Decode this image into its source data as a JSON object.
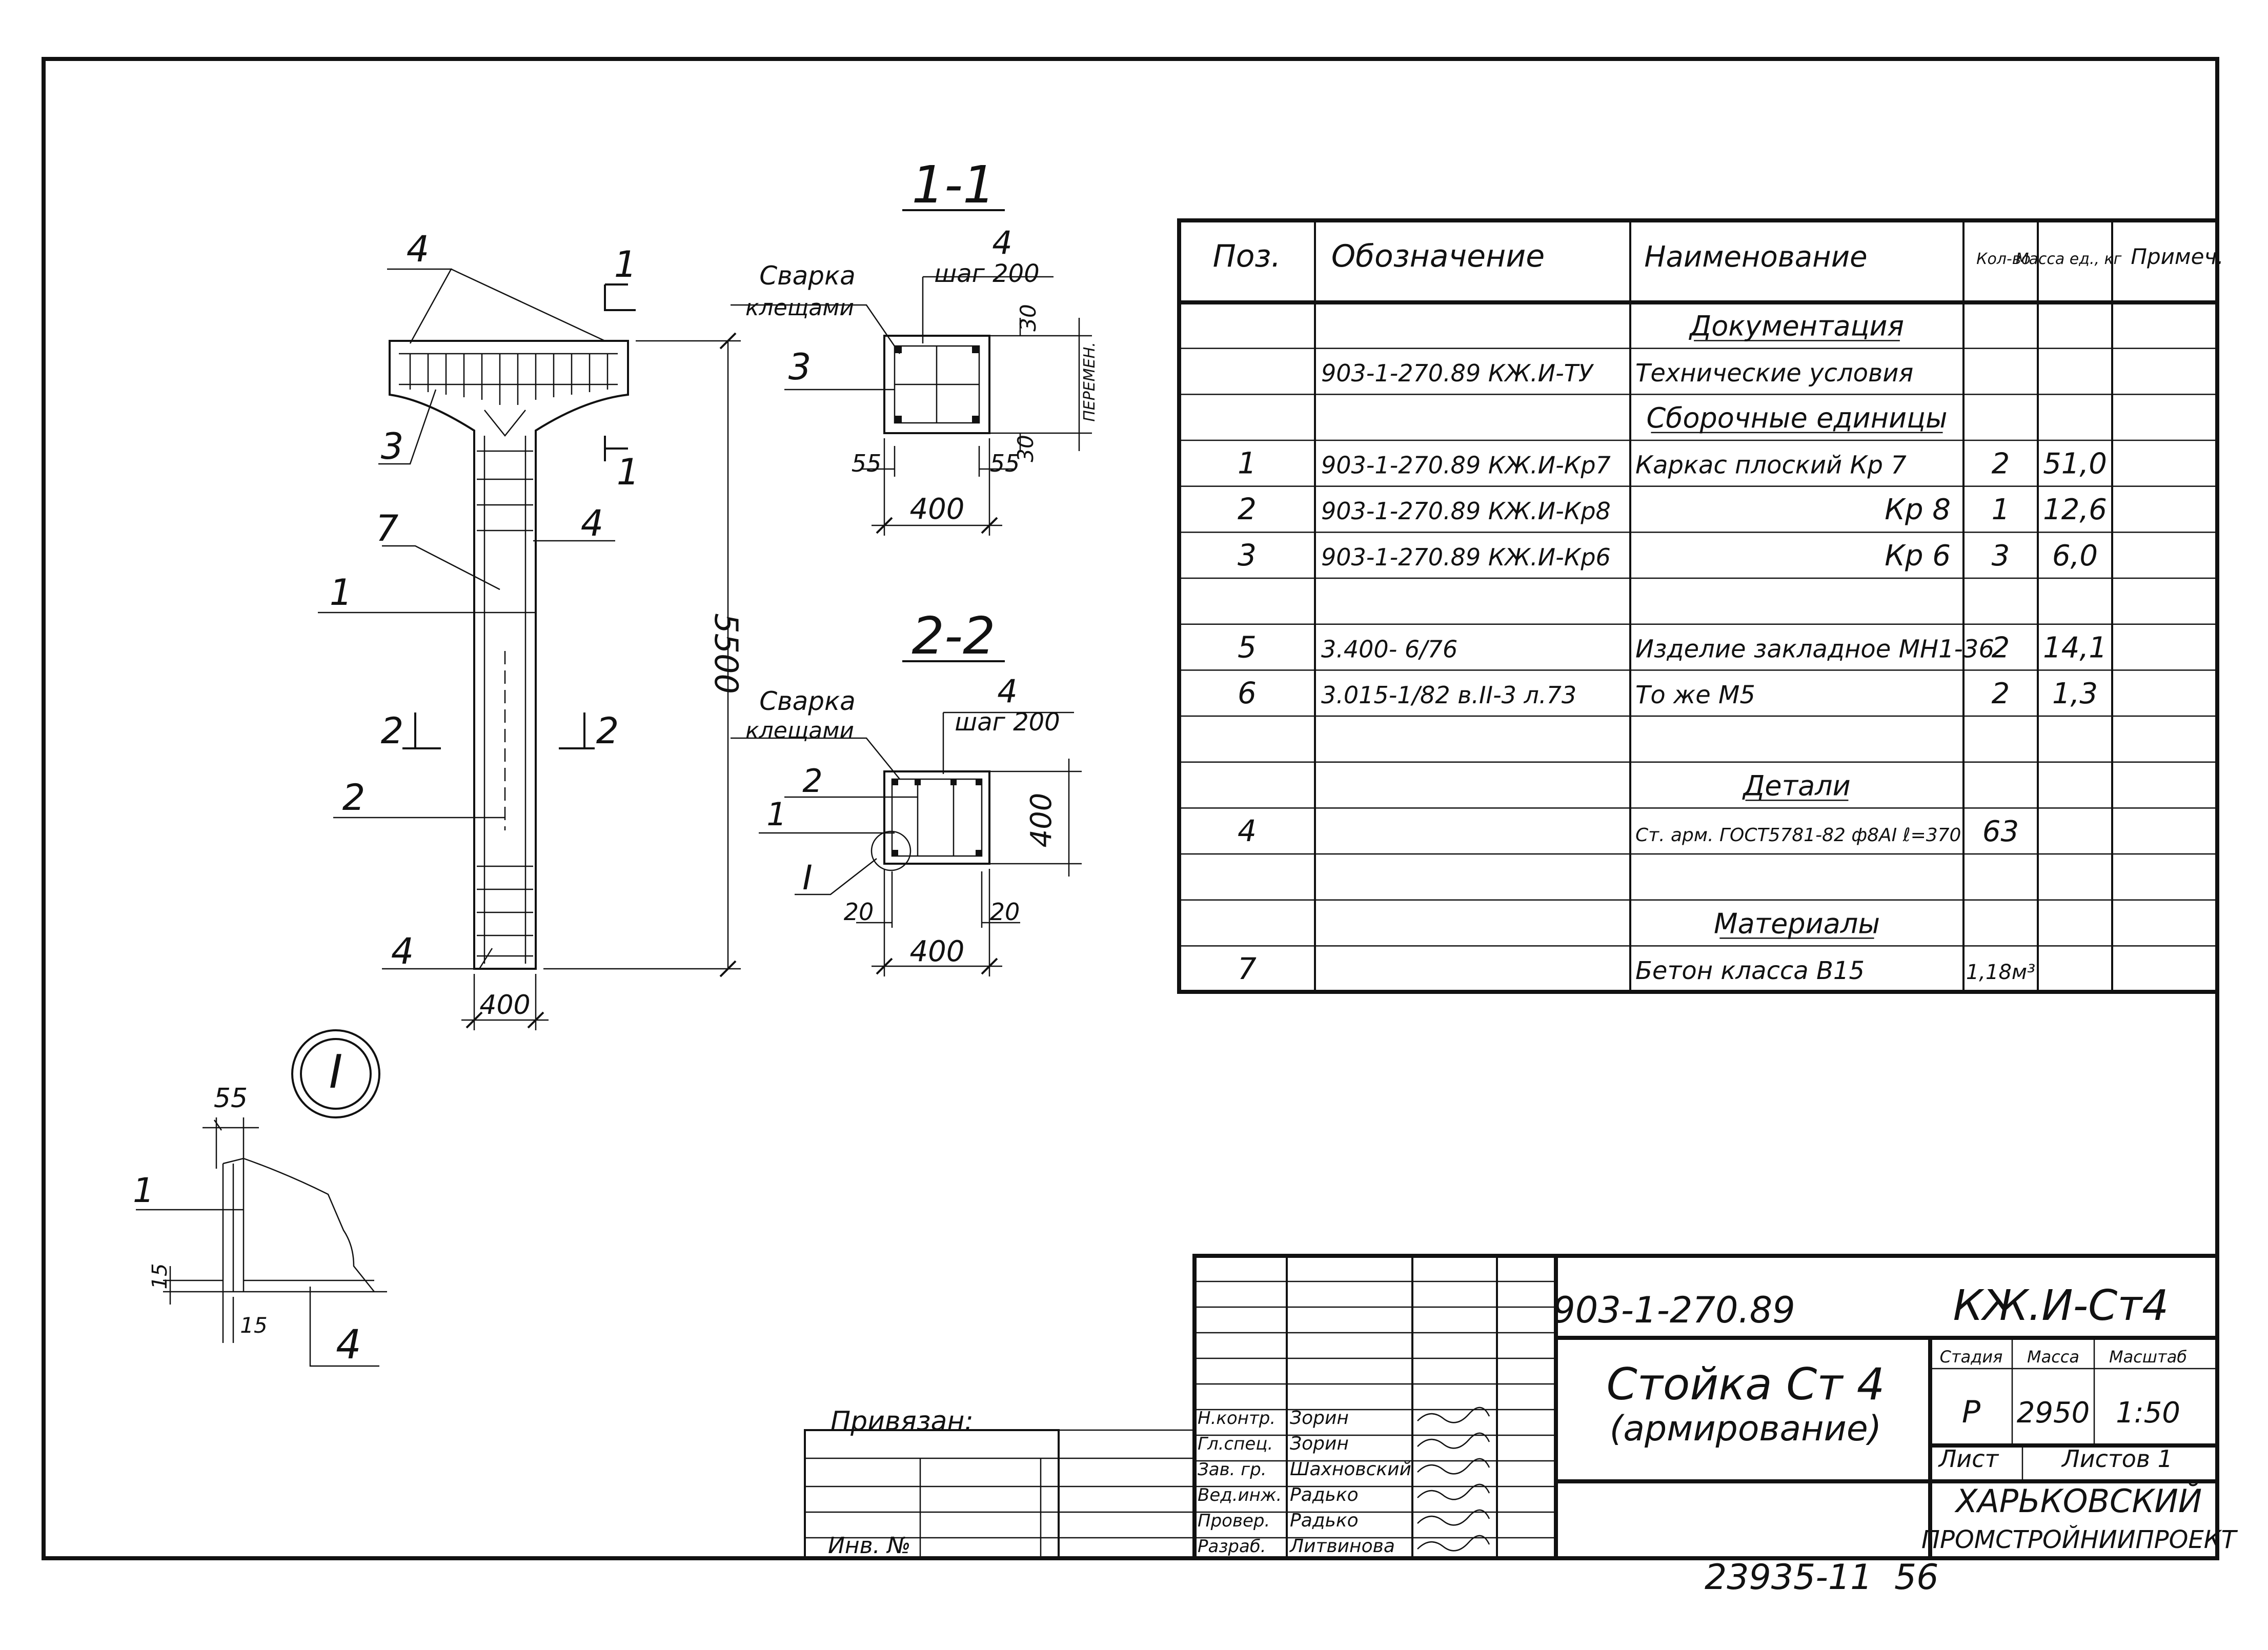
{
  "colors": {
    "ink": "#111111",
    "paper": "#ffffff"
  },
  "main_view": {
    "labels": {
      "p4_top": "4",
      "p3": "3",
      "p7": "7",
      "p1": "1",
      "p4_mid": "4",
      "p2": "2",
      "p4_bottom": "4"
    },
    "dim_height": "5500",
    "dim_width": "400",
    "section_marks": {
      "s1_left": "1",
      "s1_right": "1",
      "s2_left": "2",
      "s2_right": "2"
    }
  },
  "section_1_1": {
    "title": "1-1",
    "note_line1": "Сварка",
    "note_line2": "клещами",
    "pos_top": "4",
    "step": "шаг 200",
    "pos_left": "3",
    "dim_top": "30",
    "dim_side": "30",
    "dim_variable": "ПЕРЕМЕН.",
    "dim_left": "55",
    "dim_right": "55",
    "dim_width": "400"
  },
  "section_2_2": {
    "title": "2-2",
    "note_line1": "Сварка",
    "note_line2": "клещами",
    "pos_top": "4",
    "step": "шаг 200",
    "pos_2": "2",
    "pos_1": "1",
    "node_ref": "I",
    "dim_height": "400",
    "dim_left": "20",
    "dim_right": "20",
    "dim_width": "400"
  },
  "detail_I": {
    "badge": "I",
    "dim_top": "55",
    "dim_left": "15",
    "dim_bottom": "15",
    "pos_1": "1",
    "pos_4": "4"
  },
  "spec_table": {
    "headers": [
      "Поз.",
      "Обозначение",
      "Наименование",
      "Кол-во",
      "Масса ед., кг",
      "Примеч."
    ],
    "rows": [
      {
        "pos": "",
        "code": "",
        "name": "Документация",
        "qty": "",
        "mass": "",
        "note": "",
        "section": true
      },
      {
        "pos": "",
        "code": "903-1-270.89  КЖ.И-ТУ",
        "name": "Технические условия",
        "qty": "",
        "mass": "",
        "note": ""
      },
      {
        "pos": "",
        "code": "",
        "name": "Сборочные единицы",
        "qty": "",
        "mass": "",
        "note": "",
        "section": true
      },
      {
        "pos": "1",
        "code": "903-1-270.89  КЖ.И-Кр7",
        "name": "Каркас плоский  Кр 7",
        "qty": "2",
        "mass": "51,0",
        "note": ""
      },
      {
        "pos": "2",
        "code": "903-1-270.89  КЖ.И-Кр8",
        "name": "Кр 8",
        "qty": "1",
        "mass": "12,6",
        "note": ""
      },
      {
        "pos": "3",
        "code": "903-1-270.89  КЖ.И-Кр6",
        "name": "Кр 6",
        "qty": "3",
        "mass": "6,0",
        "note": ""
      },
      {
        "pos": "",
        "code": "",
        "name": "",
        "qty": "",
        "mass": "",
        "note": ""
      },
      {
        "pos": "5",
        "code": "3.400- 6/76",
        "name": "Изделие закладное МН1-36",
        "qty": "2",
        "mass": "14,1",
        "note": ""
      },
      {
        "pos": "6",
        "code": "3.015-1/82  в.II-3 л.73",
        "name": "То же             М5",
        "qty": "2",
        "mass": "1,3",
        "note": ""
      },
      {
        "pos": "",
        "code": "",
        "name": "",
        "qty": "",
        "mass": "",
        "note": ""
      },
      {
        "pos": "",
        "code": "",
        "name": "Детали",
        "qty": "",
        "mass": "",
        "note": "",
        "section": true
      },
      {
        "pos": "4",
        "code": "",
        "name": "Ст. арм. ГОСТ5781-82 ф8АI ℓ=370",
        "qty": "63",
        "mass": "",
        "note": ""
      },
      {
        "pos": "",
        "code": "",
        "name": "",
        "qty": "",
        "mass": "",
        "note": ""
      },
      {
        "pos": "",
        "code": "",
        "name": "Материалы",
        "qty": "",
        "mass": "",
        "note": "",
        "section": true
      },
      {
        "pos": "7",
        "code": "",
        "name": "Бетон класса В15",
        "qty": "1,18м³",
        "mass": "",
        "note": ""
      }
    ]
  },
  "title_block": {
    "doc_code": "903-1-270.89",
    "sheet_code": "КЖ.И-Ст4",
    "title_line1": "Стойка Ст 4",
    "title_line2": "(армирование)",
    "stage_label": "Стадия",
    "mass_label": "Масса",
    "scale_label": "Масштаб",
    "stage": "Р",
    "mass": "2950",
    "scale": "1:50",
    "sheet_label": "Лист",
    "sheets_label": "Листов 1",
    "org_line1": "ХАРЬКОВСКИЙ",
    "org_line2": "ПРОМСТРОЙНИИПРОЕКТ",
    "bound_label": "Привязан:",
    "inv_label": "Инв. №",
    "signatures": [
      {
        "role": "Н.контр.",
        "name": "Зорин"
      },
      {
        "role": "Гл.спец.",
        "name": "Зорин"
      },
      {
        "role": "Зав. гр.",
        "name": "Шахновский"
      },
      {
        "role": "Вед.инж.",
        "name": "Радько"
      },
      {
        "role": "Провер.",
        "name": "Радько"
      },
      {
        "role": "Разраб.",
        "name": "Литвинова"
      }
    ]
  },
  "footer": {
    "archive_number": "23935-11",
    "page_number": "56"
  }
}
